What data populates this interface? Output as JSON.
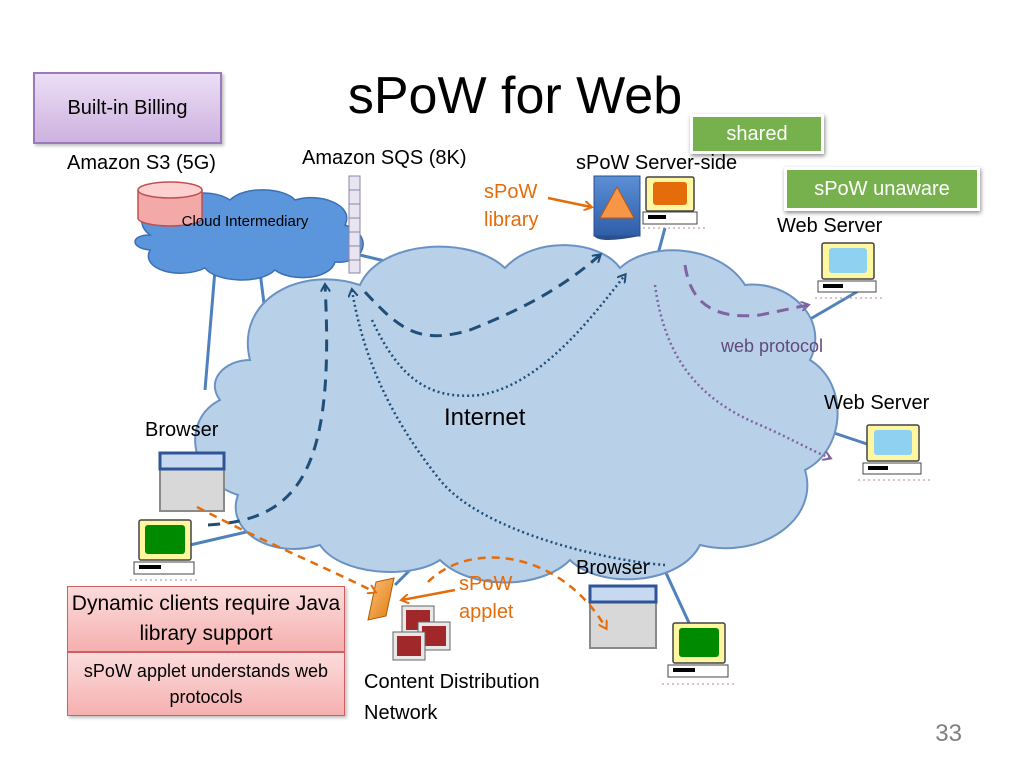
{
  "slide": {
    "title": "sPoW for Web",
    "page_number": "33"
  },
  "callouts": {
    "built_in_billing": "Built-in Billing",
    "shared": "shared",
    "spow_unaware": "sPoW unaware",
    "dynamic_clients": "Dynamic clients require Java library support",
    "applet_understands": "sPoW applet understands web protocols"
  },
  "labels": {
    "amazon_s3": "Amazon S3 (5G)",
    "amazon_sqs": "Amazon SQS (8K)",
    "cloud_intermediary": "Cloud Intermediary",
    "spow_server_side": "sPoW Server-side",
    "spow_library": "sPoW library",
    "web_server_top": "Web Server",
    "web_server_right": "Web Server",
    "web_protocol": "web protocol",
    "internet": "Internet",
    "browser_left": "Browser",
    "browser_bottom": "Browser",
    "spow_applet": "sPoW applet",
    "cdn": "Content Distribution Network"
  },
  "colors": {
    "cloud_fill": "#b9d0e9",
    "cloud_stroke": "#6a93c4",
    "link_line": "#4f81bd",
    "dashed_navy": "#1f4e79",
    "dashed_orange": "#e46c0a",
    "dashed_purple": "#8064a2",
    "monitor_green": "#00a000",
    "monitor_blue": "#8fd1f0",
    "monitor_orange": "#e46c0a"
  }
}
